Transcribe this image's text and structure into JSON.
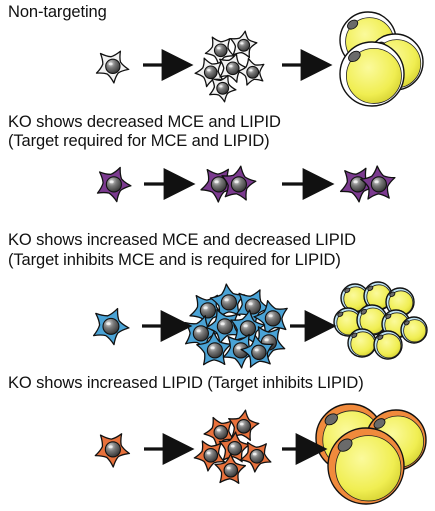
{
  "panels": [
    {
      "heading": "Non-targeting",
      "subheading": "",
      "cell_color": "#f2f2f2",
      "nucleus_count_proliferated": 6,
      "adipocyte_style": "large yellow lipid droplets"
    },
    {
      "heading": "KO shows decreased MCE and LIPID",
      "subheading": "(Target required for MCE and LIPID)",
      "cell_color": "#7b3a8f",
      "nucleus_count_proliferated": 2,
      "adipocyte_style": "no lipid droplets"
    },
    {
      "heading": "KO shows increased MCE and decreased LIPID",
      "subheading": "(Target inhibits MCE and is required for LIPID)",
      "cell_color": "#4aa3d6",
      "nucleus_count_proliferated": 11,
      "adipocyte_style": "many small yellow lipid droplets"
    },
    {
      "heading": "KO shows increased LIPID (Target inhibits LIPID)",
      "subheading": "",
      "cell_color": "#e8713c",
      "nucleus_count_proliferated": 6,
      "adipocyte_style": "large yellow lipid droplets with orange rim"
    }
  ],
  "colors": {
    "arrow": "#111111",
    "nucleus": "#5a5a5a",
    "lipid": "#f2f05a",
    "lipid_shadow": "#d9d63a"
  }
}
